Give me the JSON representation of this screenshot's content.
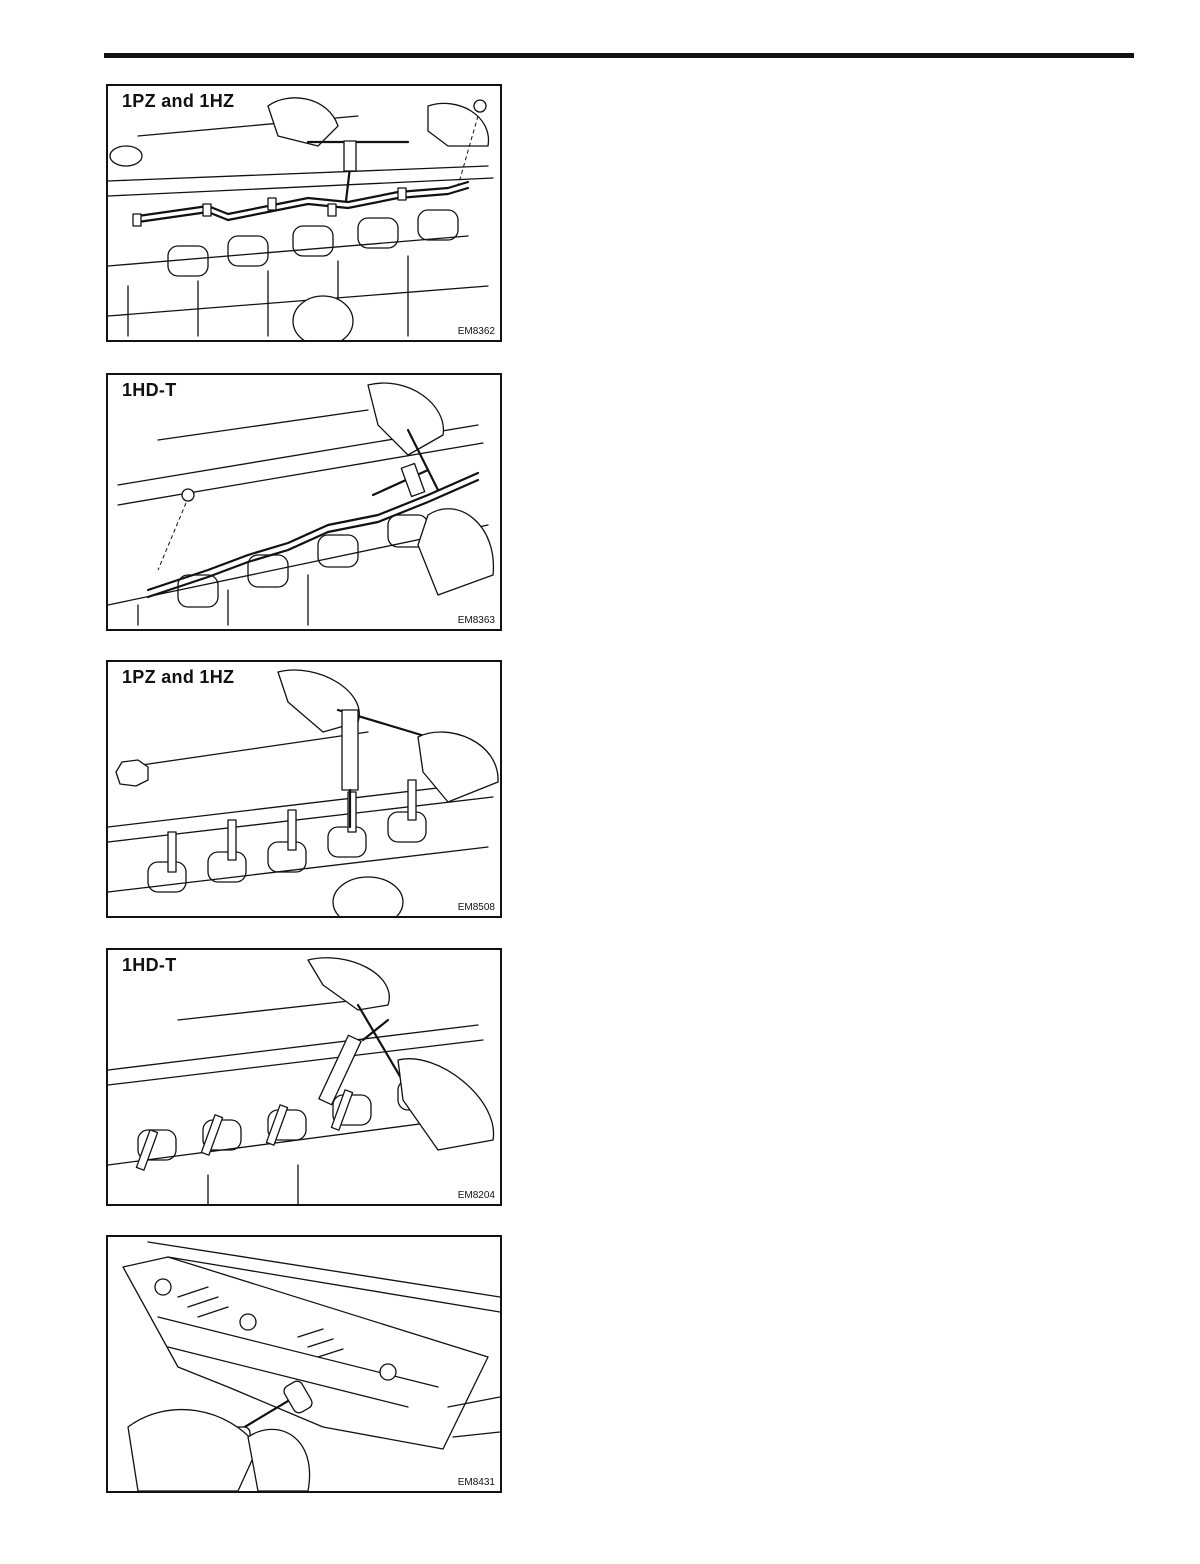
{
  "figures": [
    {
      "label": "1PZ and 1HZ",
      "code": "EM8362"
    },
    {
      "label": "1HD-T",
      "code": "EM8363"
    },
    {
      "label": "1PZ and 1HZ",
      "code": "EM8508"
    },
    {
      "label": "1HD-T",
      "code": "EM8204"
    },
    {
      "label": "",
      "code": "EM8431"
    }
  ]
}
